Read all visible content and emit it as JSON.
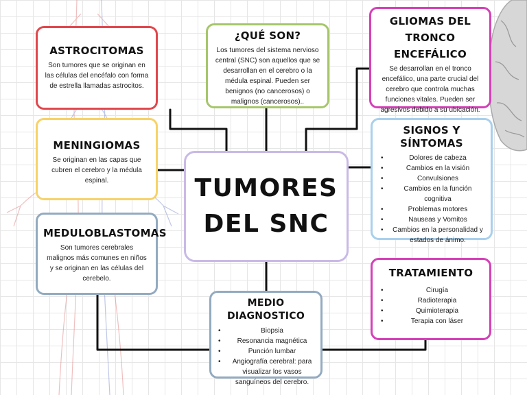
{
  "center": {
    "title": "TUMORES\nDEL SNC"
  },
  "astrocitomas": {
    "title": "ASTROCITOMAS",
    "body": "Son tumores que se originan en las células del encéfalo con forma de estrella llamadas astrocitos.",
    "color": "#e0474c"
  },
  "meningiomas": {
    "title": "MENINGIOMAS",
    "body": "Se originan en las capas que cubren el cerebro y la médula espinal.",
    "color": "#f7d26a"
  },
  "meduloblastomas": {
    "title": "MEDULOBLASTOMAS",
    "body": "Son tumores cerebrales malignos más comunes en niños y se originan en las células del cerebelo.",
    "color": "#93aac0"
  },
  "que_son": {
    "title": "¿QUÉ SON?",
    "body": "Los tumores del sistema nervioso central (SNC) son aquellos que se desarrollan en el cerebro o la médula espinal. Pueden ser benignos (no cancerosos) o malignos (cancerosos)..",
    "color": "#a6c66a"
  },
  "gliomas": {
    "title": "GLIOMAS DEL TRONCO ENCEFÁLICO",
    "body": "Se desarrollan en el tronco encefálico, una parte crucial del cerebro que controla muchas funciones vitales. Pueden ser agresivos debido a su ubicación.",
    "color": "#d63fb8"
  },
  "signos": {
    "title": "SIGNOS Y SÍNTOMAS",
    "items": [
      "Dolores de cabeza",
      "Cambios en la visión",
      "Convulsiones",
      "Cambios en la función cognitiva",
      "Problemas motores",
      "Nauseas y Vomitos",
      "Cambios en la personalidad y estados de ánimo."
    ],
    "color": "#a9d0ec"
  },
  "tratamiento": {
    "title": "TRATAMIENTO",
    "items": [
      "Cirugía",
      "Radioterapia",
      "Quimioterapia",
      "Terapia con láser"
    ],
    "color": "#d63fb8"
  },
  "diagnostico": {
    "title": "MEDIO DIAGNOSTICO",
    "items": [
      "Biopsia",
      "Resonancia magnética",
      "Punción lumbar",
      "Angiografía cerebral: para visualizar los vasos sanguíneos del cerebro."
    ],
    "color": "#93aac0"
  }
}
